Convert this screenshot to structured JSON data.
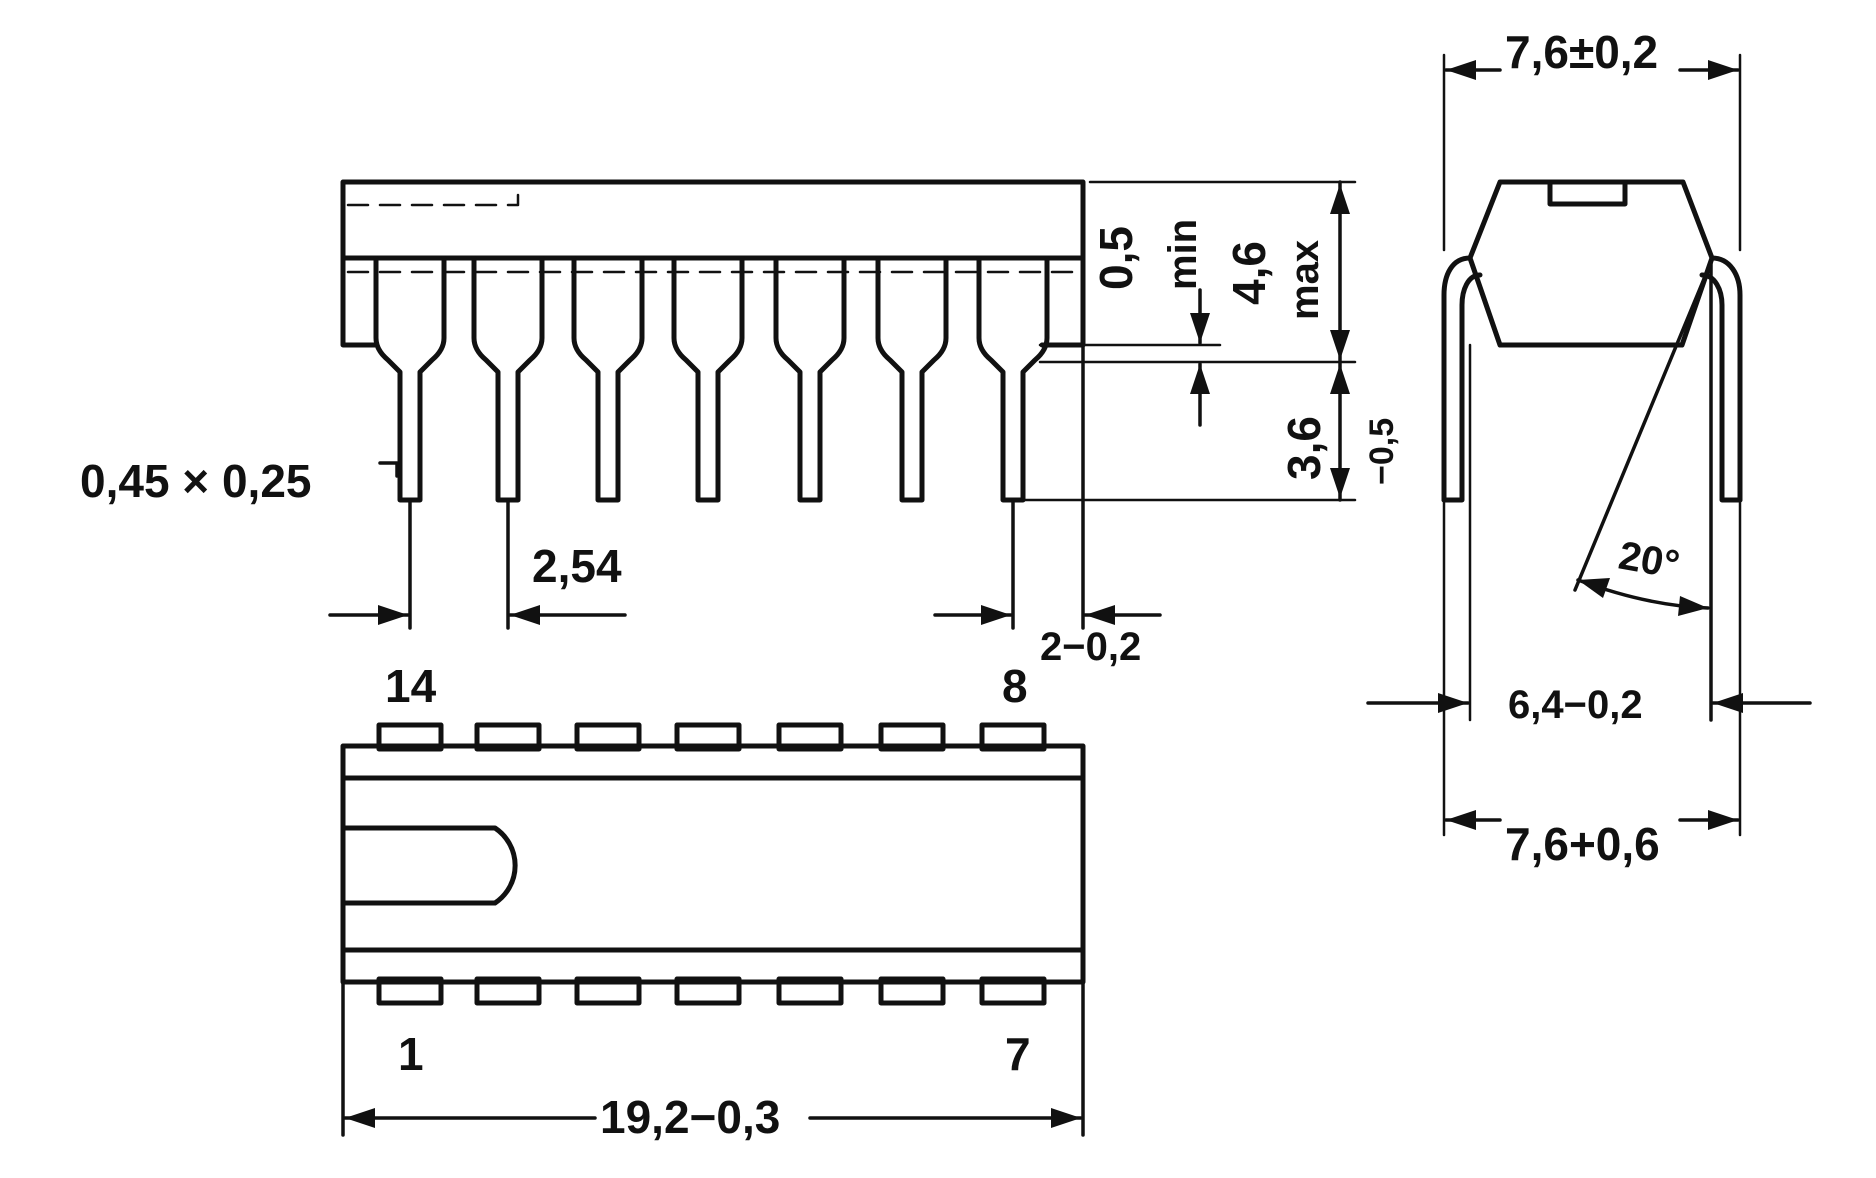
{
  "labels": {
    "lead_size": "0,45 × 0,25",
    "pitch": "2,54",
    "end_offset": "2−0,2",
    "pin_14": "14",
    "pin_8": "8",
    "pin_1": "1",
    "pin_7": "7",
    "length": "19,2−0,3",
    "min_seat": "0,5",
    "min_word": "min",
    "body_height": "4,6",
    "max_word": "max",
    "lead_length": "3,6",
    "lead_tol": "−0,5",
    "width_top": "7,6±0,2",
    "body_width": "6,4−0,2",
    "width_leads": "7,6+0,6",
    "angle": "20°"
  }
}
